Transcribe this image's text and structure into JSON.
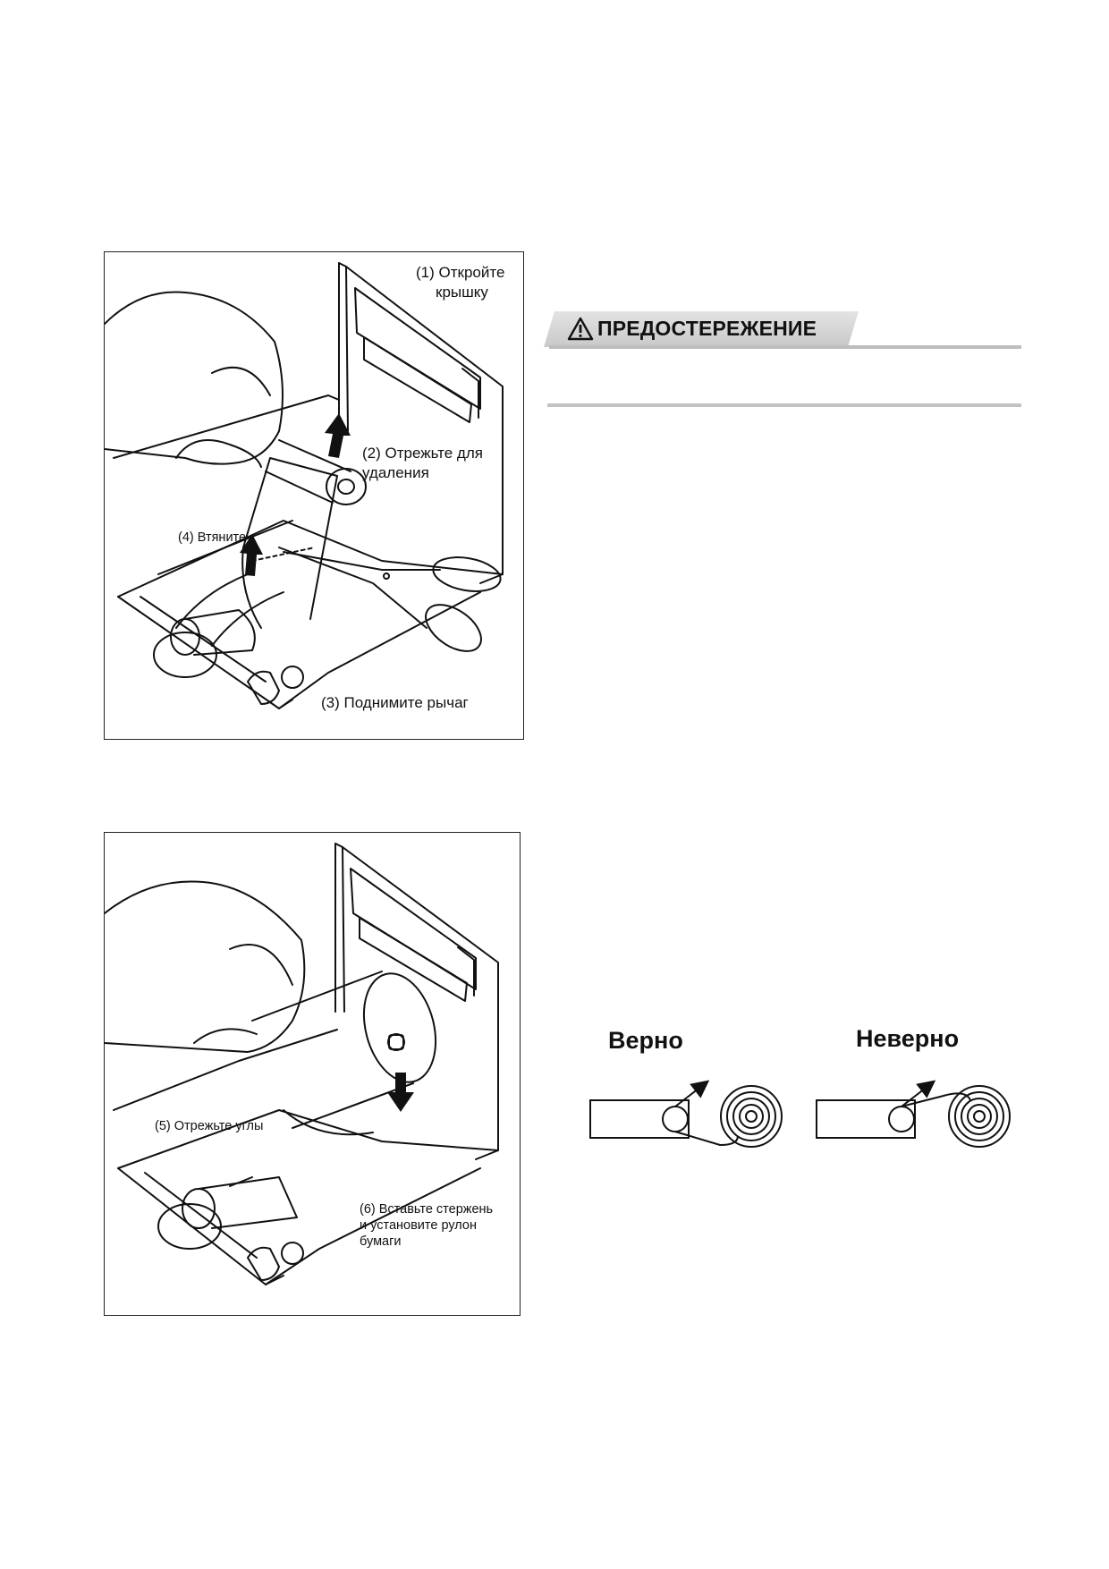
{
  "figure1": {
    "labels": {
      "open_cover_line1": "(1) Откройте",
      "open_cover_line2": "крышку",
      "cut_line1": "(2) Отрежьте для",
      "cut_line2": "удаления",
      "pull": "(4) Втяните",
      "lift_lever": "(3) Поднимите рычаг"
    }
  },
  "figure2": {
    "labels": {
      "cut_corners": "(5) Отрежьте углы",
      "insert_line1": "(6) Вставьте стержень",
      "insert_line2": "и установите рулон",
      "insert_line3": "бумаги"
    }
  },
  "caution": {
    "title": "ПРЕДОСТЕРЕЖЕНИЕ",
    "icon": "warning-triangle-icon",
    "tab_color": "#d2d2d2"
  },
  "roll_orientation": {
    "correct_label": "Верно",
    "incorrect_label": "Неверно"
  }
}
